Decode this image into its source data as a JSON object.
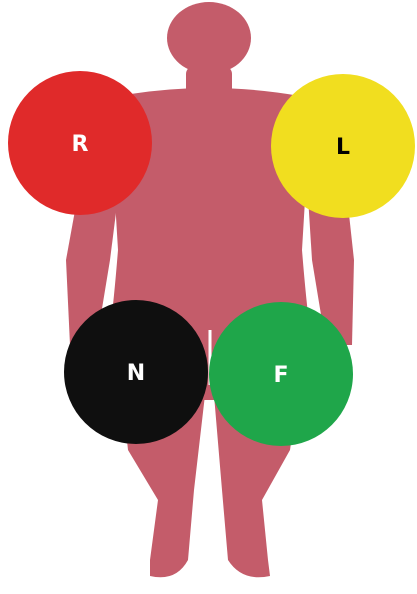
{
  "figure": {
    "subject": "human-body-silhouette",
    "body_color": "#c45c6a",
    "background_color": "#ffffff"
  },
  "electrodes": [
    {
      "id": "right-arm",
      "label": "R",
      "color": "#e02a2a",
      "text_color": "#ffffff"
    },
    {
      "id": "left-arm",
      "label": "L",
      "color": "#f1de1f",
      "text_color": "#000000"
    },
    {
      "id": "right-leg",
      "label": "N",
      "color": "#0f0f0f",
      "text_color": "#ffffff"
    },
    {
      "id": "left-leg",
      "label": "F",
      "color": "#1fa64a",
      "text_color": "#ffffff"
    }
  ]
}
